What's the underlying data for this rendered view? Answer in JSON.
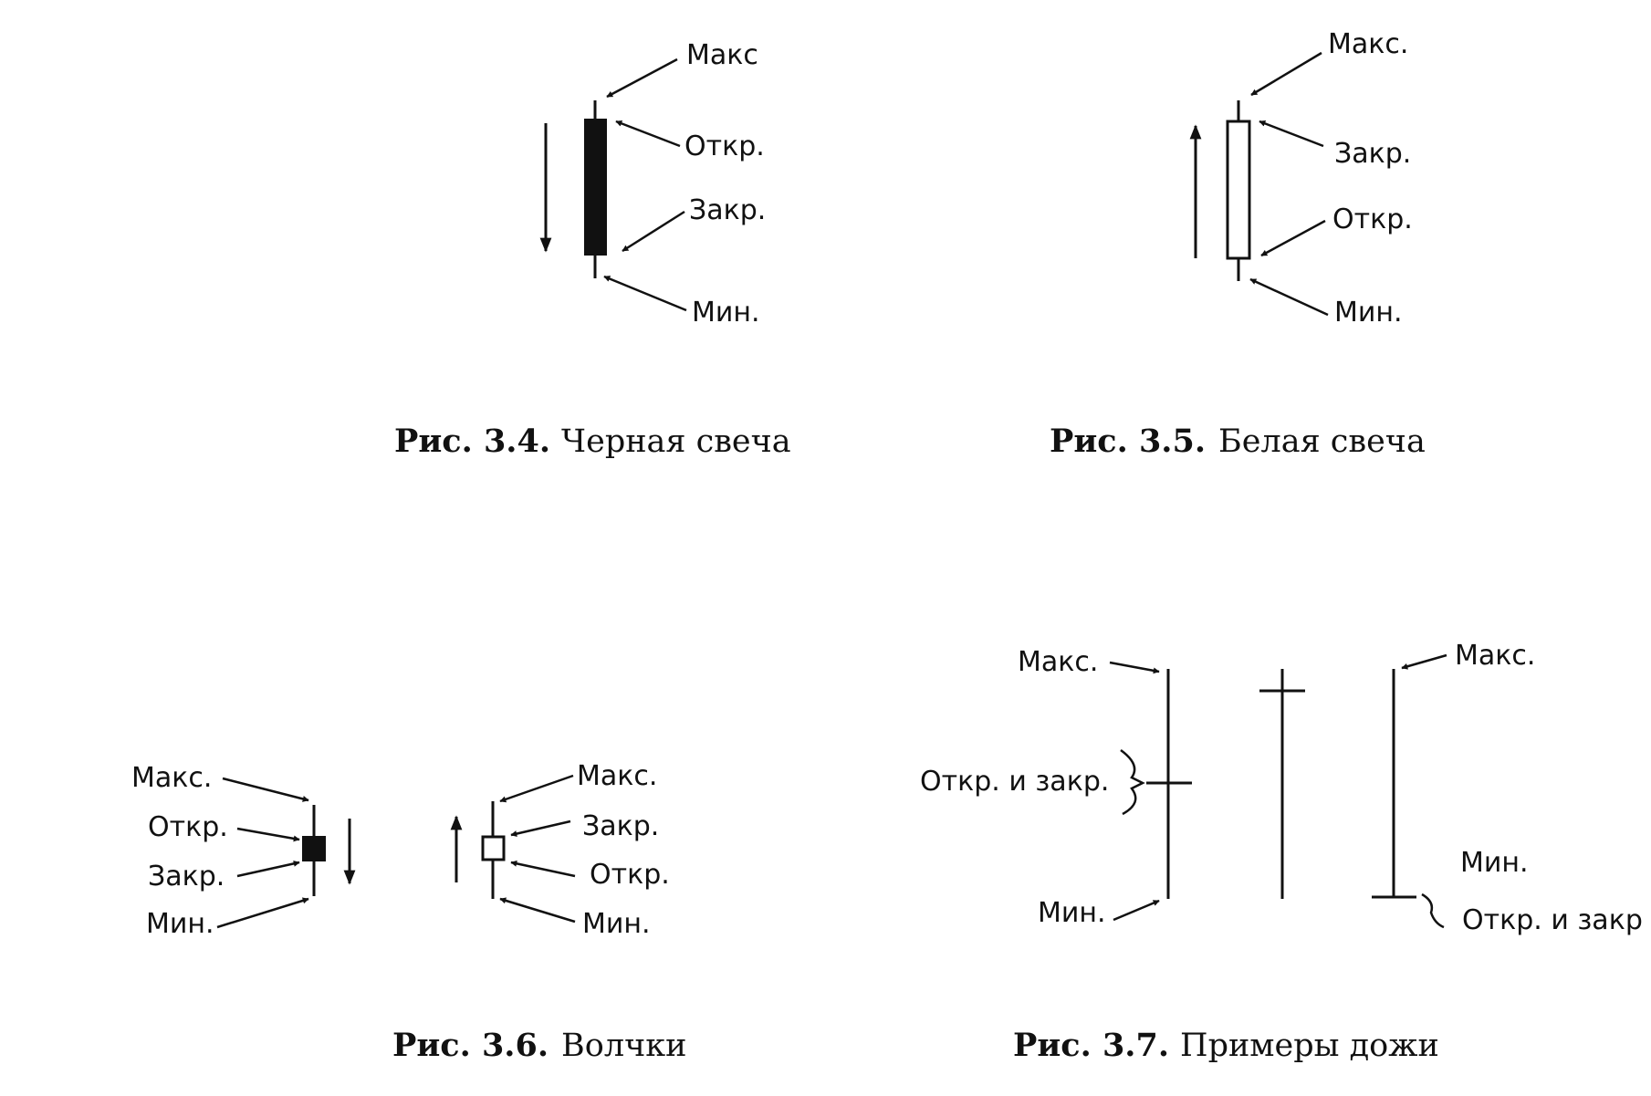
{
  "labels": {
    "high": "Макс.",
    "high_fig34": "Макс",
    "open": "Откр.",
    "close": "Закр.",
    "low": "Мин.",
    "open_close": "Откр. и закр.",
    "open_close_clipped": "Откр. и закр"
  },
  "figures": [
    {
      "number": "Рис. 3.4.",
      "title": "Черная свеча"
    },
    {
      "number": "Рис. 3.5.",
      "title": "Белая свеча"
    },
    {
      "number": "Рис. 3.6.",
      "title": "Волчки"
    },
    {
      "number": "Рис. 3.7.",
      "title": "Примеры дожи"
    }
  ]
}
